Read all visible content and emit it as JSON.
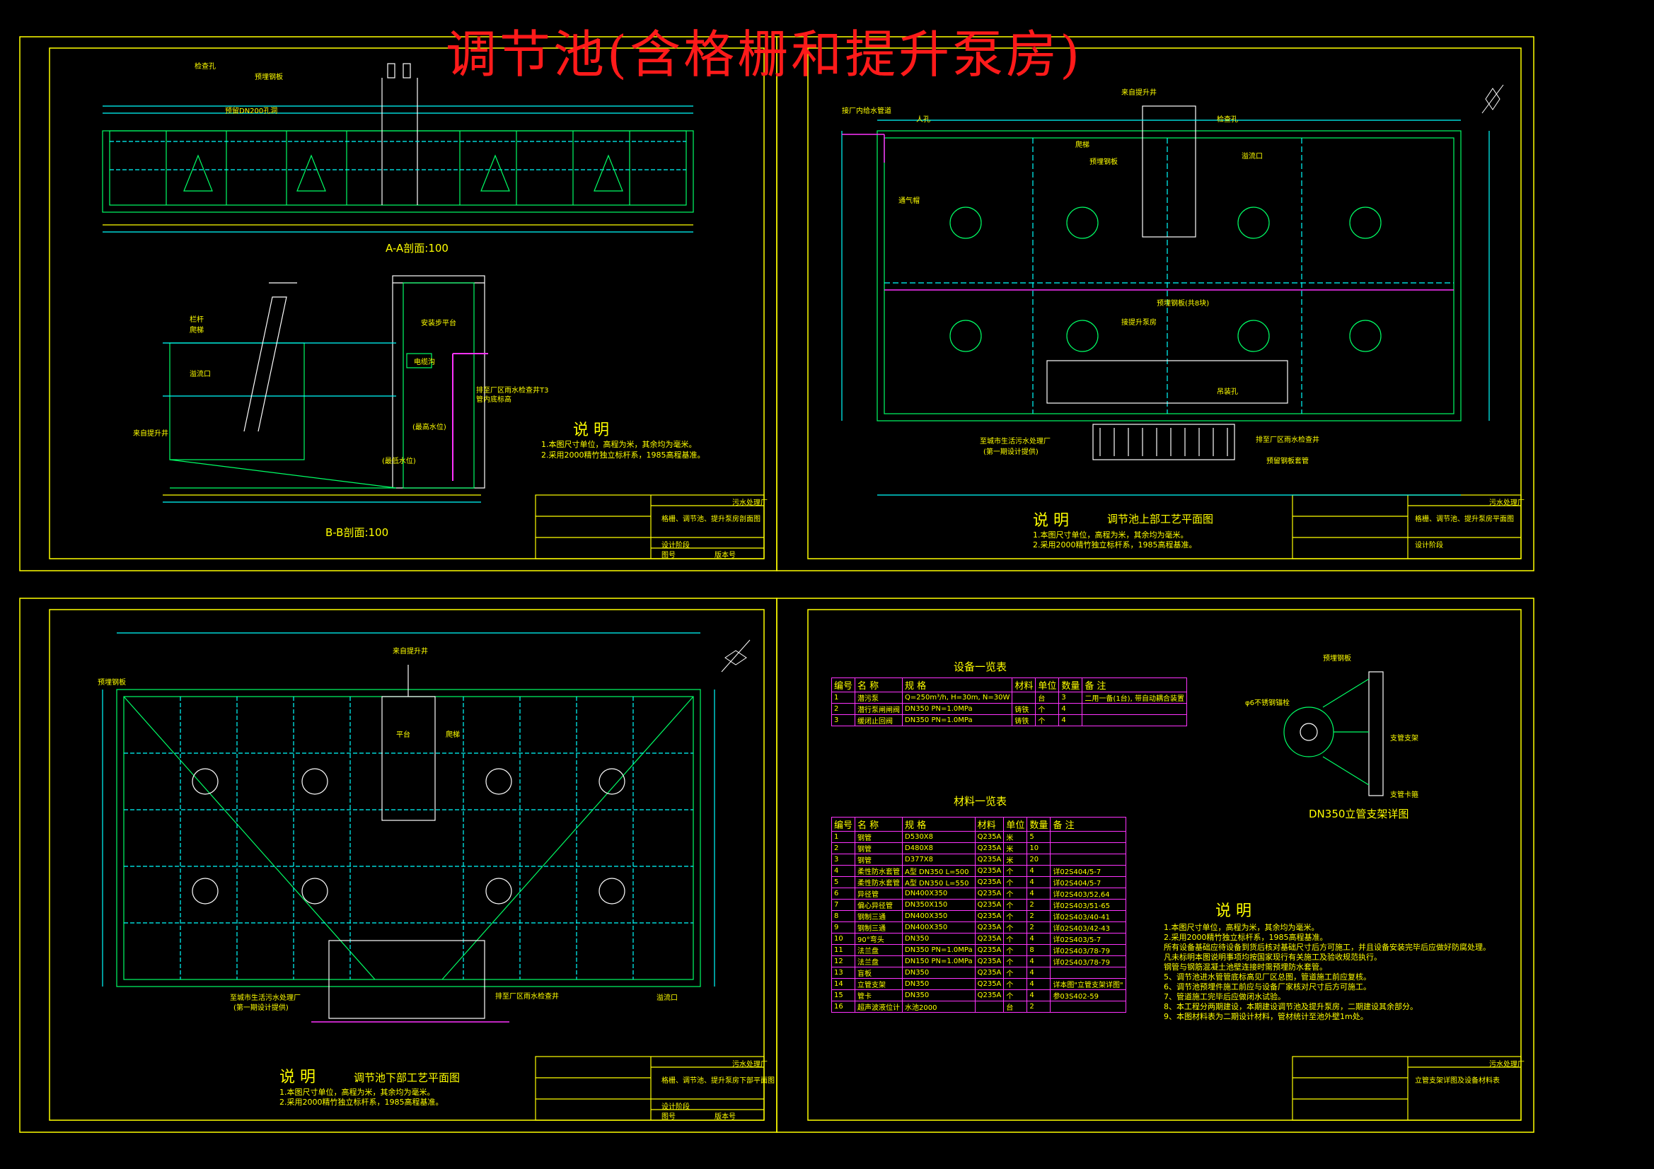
{
  "title": "调节池(含格栅和提升泵房)",
  "sheets": {
    "sheet1": {
      "section_aa": "A-A剖面:100",
      "section_bb": "B-B剖面:100",
      "notes_heading": "说 明",
      "notes": [
        "1.本图尺寸单位，高程为米，其余均为毫米。",
        "2.采用2000精竹独立标杆系，1985高程基准。"
      ],
      "title_block": {
        "company": "污水处理厂",
        "drawing_name": "格栅、调节池、提升泵房剖面图",
        "designer": "设计阶段",
        "drawing_no": "图号",
        "version": "版本号"
      },
      "labels": [
        "栏杆",
        "爬梯",
        "溢流口",
        "检查孔",
        "预埋钢板",
        "预留DN200孔洞",
        "安装步平台",
        "电缆沟",
        "来自提升井",
        "(最高水位)",
        "(最低水位)",
        "排至厂区雨水检查井T3",
        "管内底标高"
      ]
    },
    "sheet2": {
      "heading": "调节池上部工艺平面图",
      "notes_heading": "说 明",
      "notes": [
        "1.本图尺寸单位，高程为米，其余均为毫米。",
        "2.采用2000精竹独立标杆系，1985高程基准。"
      ],
      "title_block": {
        "company": "污水处理厂",
        "drawing_name": "格栅、调节池、提升泵房平面图",
        "designer": "设计阶段"
      },
      "labels": [
        "来自提升井",
        "接厂内给水管道",
        "人孔",
        "通气帽",
        "预埋钢板",
        "溢流口",
        "检查孔",
        "预埋钢板(共8块)",
        "爬梯",
        "接提升泵房",
        "吊装孔",
        "排至厂区雨水检查井",
        "至城市生活污水处理厂",
        "(第一期设计提供)",
        "预留钢板套管"
      ]
    },
    "sheet3": {
      "heading": "调节池下部工艺平面图",
      "notes_heading": "说 明",
      "notes": [
        "1.本图尺寸单位，高程为米，其余均为毫米。",
        "2.采用2000精竹独立标杆系，1985高程基准。"
      ],
      "title_block": {
        "company": "污水处理厂",
        "drawing_name": "格栅、调节池、提升泵房下部平面图",
        "designer": "设计阶段",
        "drawing_no": "图号",
        "version": "版本号"
      },
      "labels": [
        "来自提升井",
        "爬梯",
        "平台",
        "排至厂区雨水检查井",
        "至城市生活污水处理厂",
        "(第一期设计提供)",
        "预埋钢板",
        "溢流口"
      ]
    },
    "sheet4": {
      "equipment_table": {
        "heading": "设备一览表",
        "header": [
          "编号",
          "名 称",
          "规 格",
          "材料",
          "单位",
          "数量",
          "备 注"
        ],
        "rows": [
          [
            "1",
            "潜污泵",
            "Q=250m³/h, H=30m, N=30W",
            "",
            "台",
            "3",
            "二用一备(1台), 带自动耦合装置"
          ],
          [
            "2",
            "潜行泵闸闸阀",
            "DN350 PN=1.0MPa",
            "铸铁",
            "个",
            "4",
            ""
          ],
          [
            "3",
            "缓闭止回阀",
            "DN350 PN=1.0MPa",
            "铸铁",
            "个",
            "4",
            ""
          ]
        ]
      },
      "materials_table": {
        "heading": "材料一览表",
        "header": [
          "编号",
          "名 称",
          "规 格",
          "材料",
          "单位",
          "数量",
          "备 注"
        ],
        "rows": [
          [
            "1",
            "钢管",
            "D530X8",
            "Q235A",
            "米",
            "5",
            ""
          ],
          [
            "2",
            "钢管",
            "D480X8",
            "Q235A",
            "米",
            "10",
            ""
          ],
          [
            "3",
            "钢管",
            "D377X8",
            "Q235A",
            "米",
            "20",
            ""
          ],
          [
            "4",
            "柔性防水套管",
            "A型 DN350 L=500",
            "Q235A",
            "个",
            "4",
            "详02S404/5-7"
          ],
          [
            "5",
            "柔性防水套管",
            "A型 DN350 L=550",
            "Q235A",
            "个",
            "4",
            "详02S404/5-7"
          ],
          [
            "6",
            "异径管",
            "DN400X350",
            "Q235A",
            "个",
            "4",
            "详02S403/52,64"
          ],
          [
            "7",
            "偏心异径管",
            "DN350X150",
            "Q235A",
            "个",
            "2",
            "详02S403/51-65"
          ],
          [
            "8",
            "钢制三通",
            "DN400X350",
            "Q235A",
            "个",
            "2",
            "详02S403/40-41"
          ],
          [
            "9",
            "钢制三通",
            "DN400X350",
            "Q235A",
            "个",
            "2",
            "详02S403/42-43"
          ],
          [
            "10",
            "90°弯头",
            "DN350",
            "Q235A",
            "个",
            "4",
            "详02S403/5-7"
          ],
          [
            "11",
            "法兰盘",
            "DN350 PN=1.0MPa",
            "Q235A",
            "个",
            "8",
            "详02S403/78-79"
          ],
          [
            "12",
            "法兰盘",
            "DN150 PN=1.0MPa",
            "Q235A",
            "个",
            "4",
            "详02S403/78-79"
          ],
          [
            "13",
            "盲板",
            "DN350",
            "Q235A",
            "个",
            "4",
            ""
          ],
          [
            "14",
            "立管支架",
            "DN350",
            "Q235A",
            "个",
            "4",
            "详本图\"立管支架详图\""
          ],
          [
            "15",
            "管卡",
            "DN350",
            "Q235A",
            "个",
            "4",
            "参03S402-59"
          ],
          [
            "16",
            "超声波液位计",
            "水池2000",
            "",
            "台",
            "2",
            ""
          ]
        ]
      },
      "detail_heading": "DN350立管支架详图",
      "detail_labels": [
        "预埋钢板",
        "φ6不锈钢锚栓",
        "支管支架",
        "支管卡箍"
      ],
      "notes_heading": "说 明",
      "notes": [
        "1.本图尺寸单位，高程为米，其余均为毫米。",
        "2.采用2000精竹独立标杆系，1985高程基准。",
        "所有设备基础应待设备到货后核对基础尺寸后方可施工，并且设备安装完毕后应做好防腐处理。",
        "凡未标明本图说明事项均按国家现行有关施工及验收规范执行。",
        "钢管与钢筋混凝土池壁连接时需预埋防水套管。",
        "5、调节池进水管管底标高见厂区总图，管道施工前应复核。",
        "6、调节池预埋件施工前应与设备厂家核对尺寸后方可施工。",
        "7、管道施工完毕后应做闭水试验。",
        "8、本工程分两期建设，本期建设调节池及提升泵房，二期建设其余部分。",
        "9、本图材料表为二期设计材料，管材统计至池外壁1m处。"
      ],
      "title_block": {
        "company": "污水处理厂",
        "drawing_name": "立管支架详图及设备材料表"
      }
    }
  }
}
